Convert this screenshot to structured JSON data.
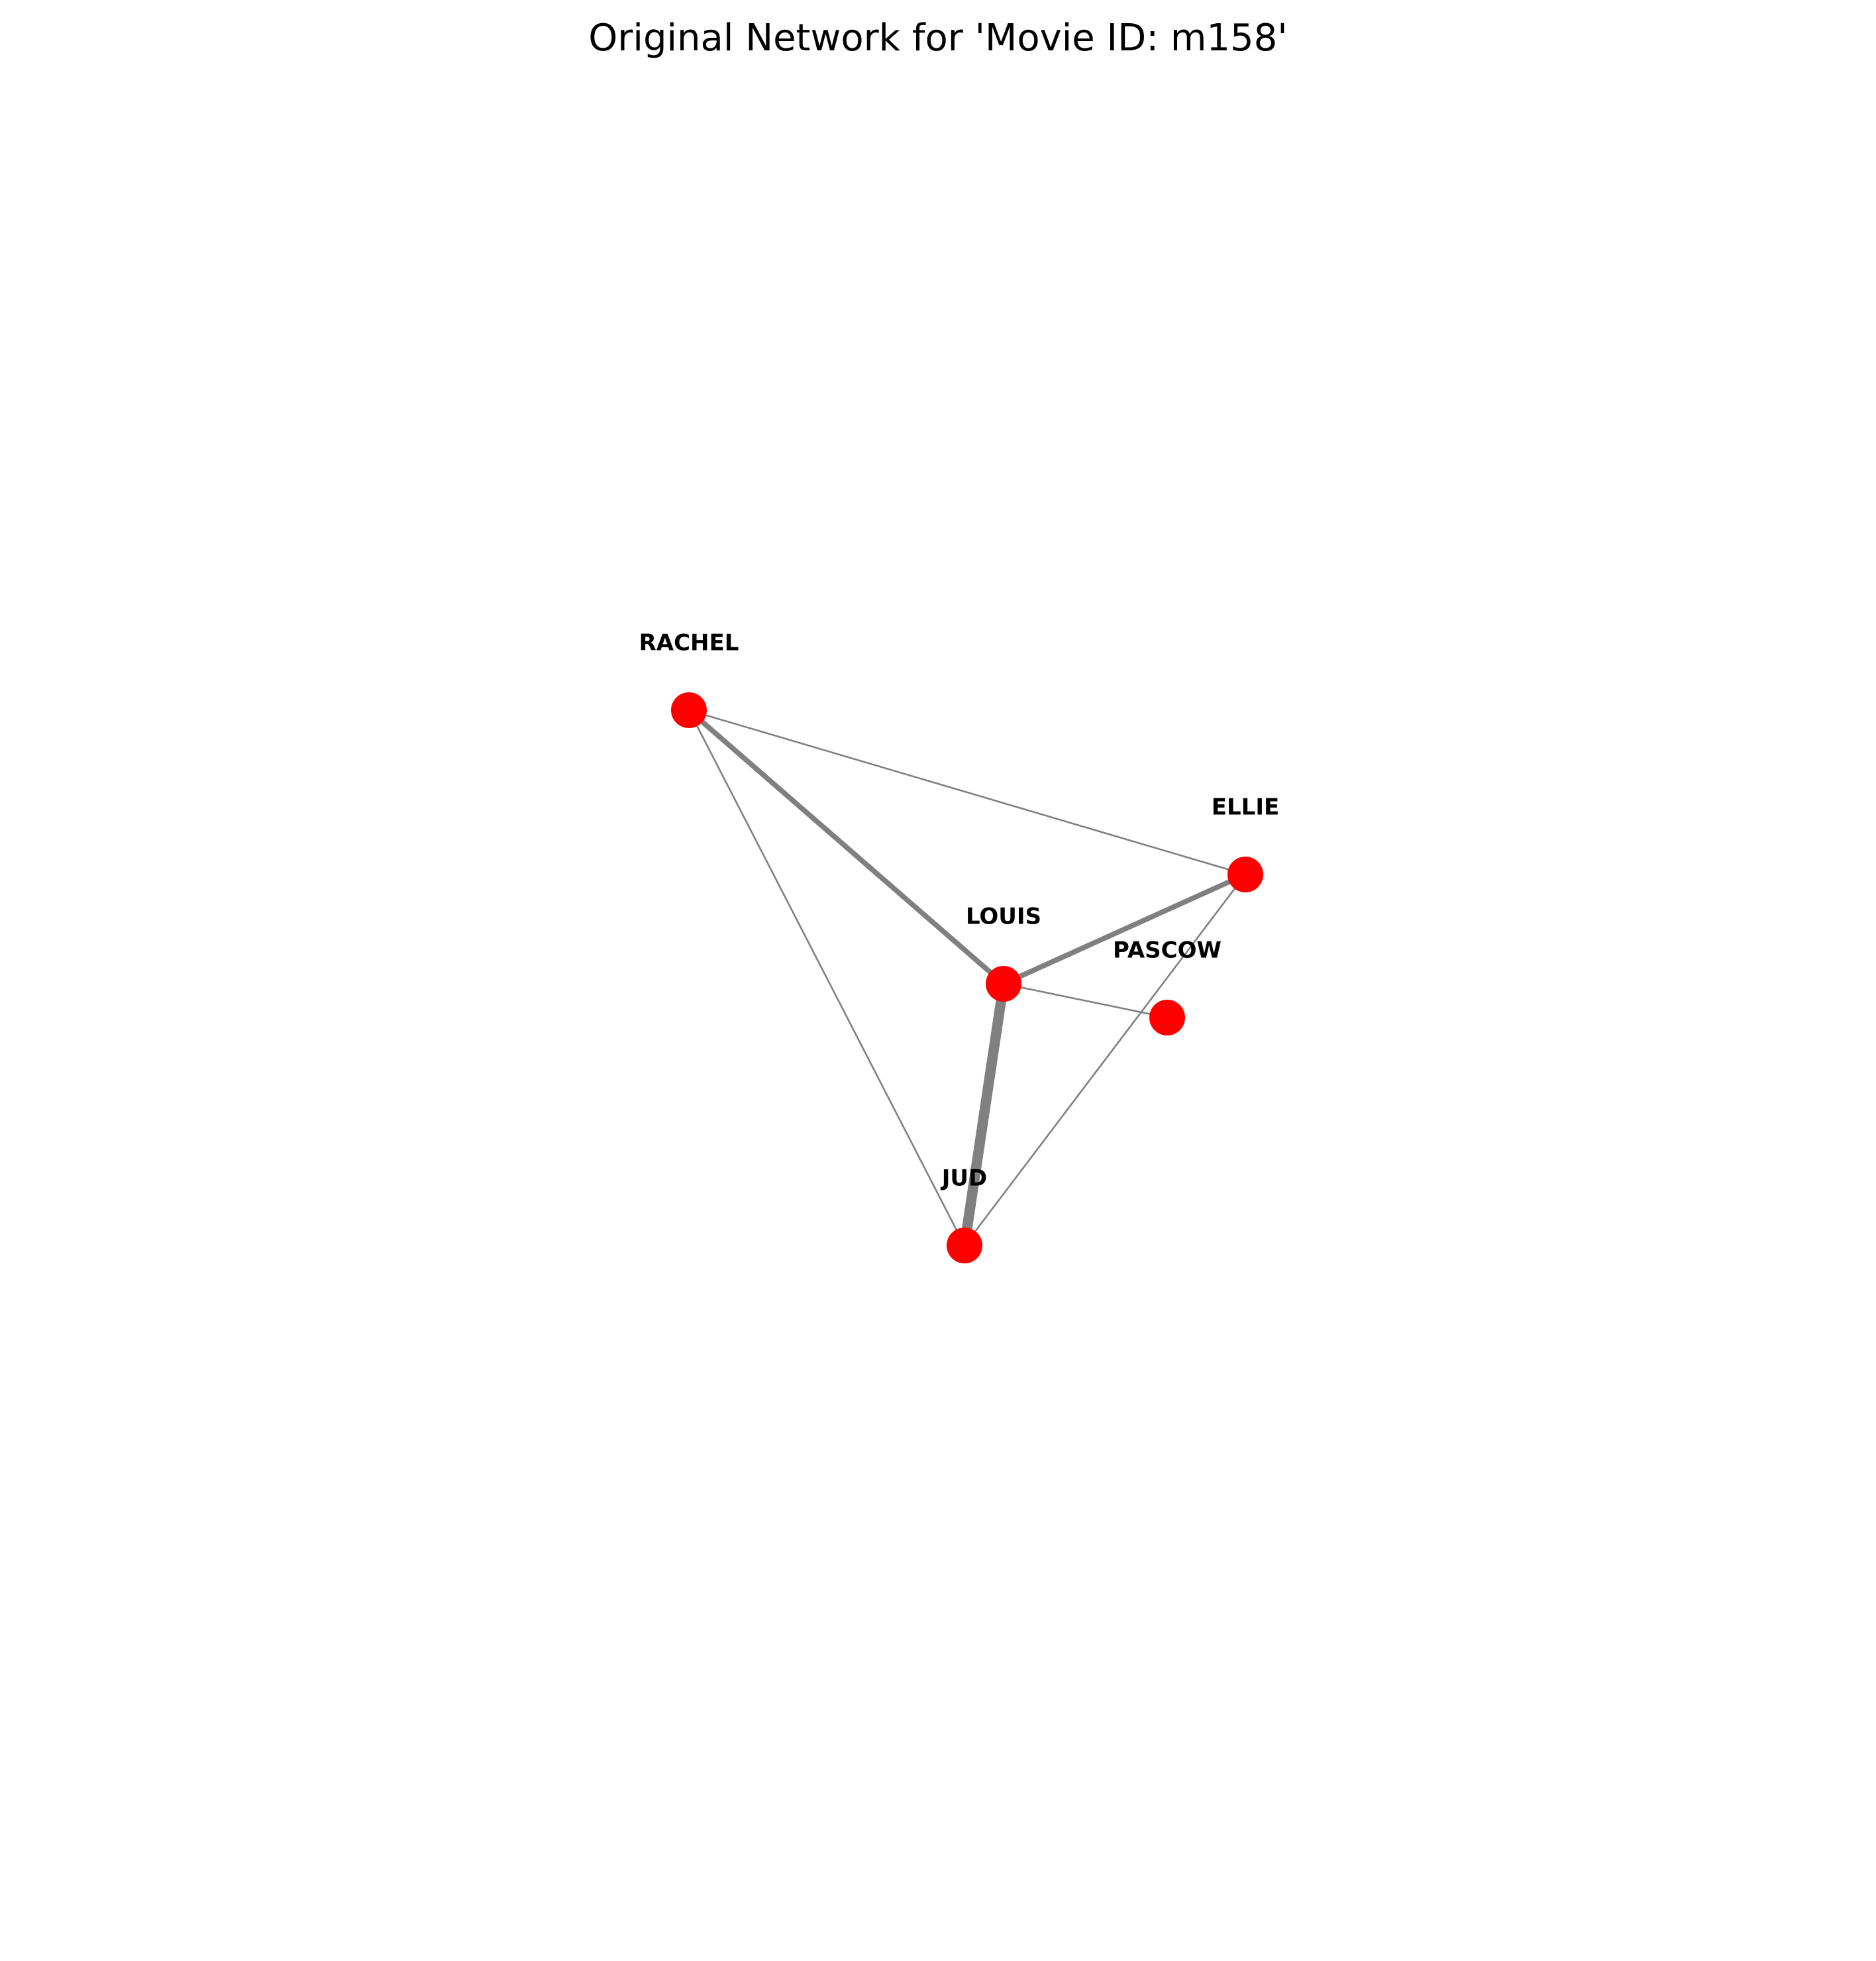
{
  "title": "Original Network for 'Movie ID: m158'",
  "colors": {
    "node": "#ff0000",
    "edge": "#808080",
    "label": "#000000",
    "background": "#ffffff"
  },
  "graph": {
    "nodes": [
      {
        "id": "RACHEL",
        "label": "RACHEL"
      },
      {
        "id": "ELLIE",
        "label": "ELLIE"
      },
      {
        "id": "LOUIS",
        "label": "LOUIS"
      },
      {
        "id": "PASCOW",
        "label": "PASCOW"
      },
      {
        "id": "JUD",
        "label": "JUD"
      }
    ],
    "edges": [
      {
        "source": "RACHEL",
        "target": "LOUIS",
        "weight": 3
      },
      {
        "source": "RACHEL",
        "target": "ELLIE",
        "weight": 1
      },
      {
        "source": "RACHEL",
        "target": "JUD",
        "weight": 1
      },
      {
        "source": "ELLIE",
        "target": "LOUIS",
        "weight": 3
      },
      {
        "source": "ELLIE",
        "target": "JUD",
        "weight": 1
      },
      {
        "source": "LOUIS",
        "target": "PASCOW",
        "weight": 1
      },
      {
        "source": "LOUIS",
        "target": "JUD",
        "weight": 6
      }
    ]
  }
}
